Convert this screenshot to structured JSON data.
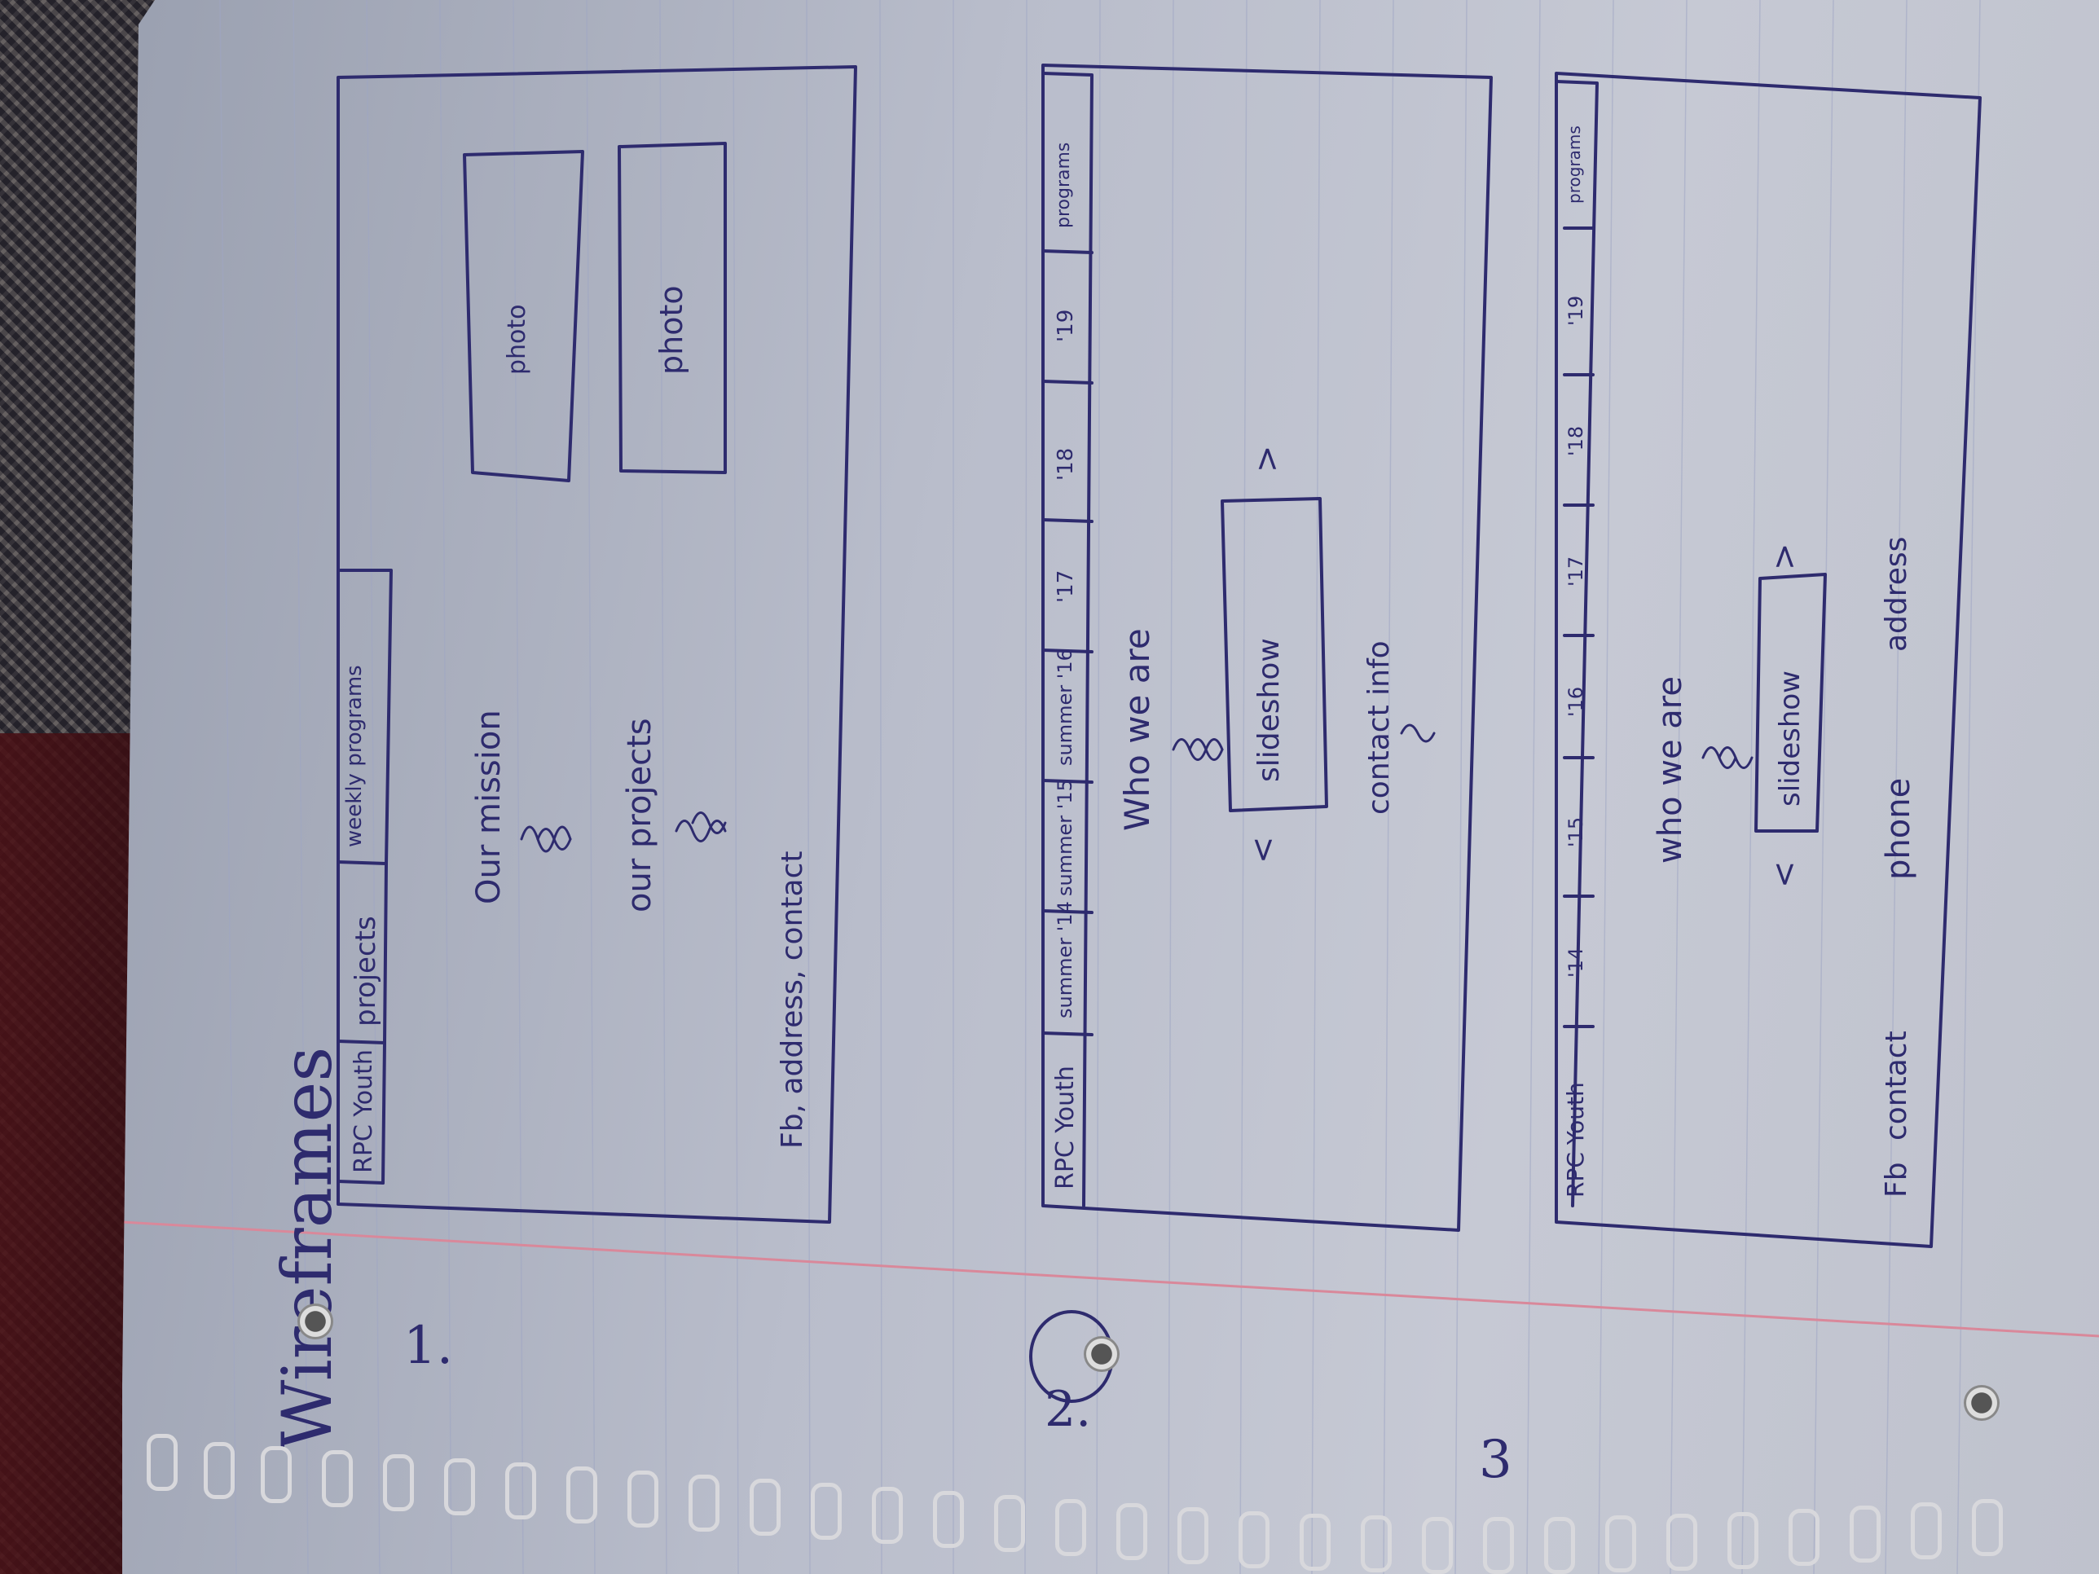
{
  "heading": "Wireframes",
  "wireframes": [
    {
      "number": "1.",
      "nav": [
        "RPC Youth",
        "projects",
        "weekly programs"
      ],
      "sections": [
        "Our mission",
        "our projects"
      ],
      "photos": [
        "photo",
        "photo"
      ],
      "footer": "Fb, address, contact"
    },
    {
      "number": "2.",
      "nav": [
        "RPC Youth",
        "summer '14",
        "summer '15",
        "summer '16",
        "'17",
        "'18",
        "'19",
        "programs"
      ],
      "heading": "Who we are",
      "slideshow": "slideshow",
      "prev": "<",
      "next": ">",
      "contact": "contact info"
    },
    {
      "number": "3",
      "nav": [
        "RPC Youth",
        "'14",
        "'15",
        "'16",
        "'17",
        "'18",
        "'19",
        "programs"
      ],
      "heading": "who we are",
      "slideshow": "slideshow",
      "prev": "<",
      "next": ">",
      "footer": [
        "Fb",
        "contact",
        "phone",
        "address"
      ]
    }
  ]
}
